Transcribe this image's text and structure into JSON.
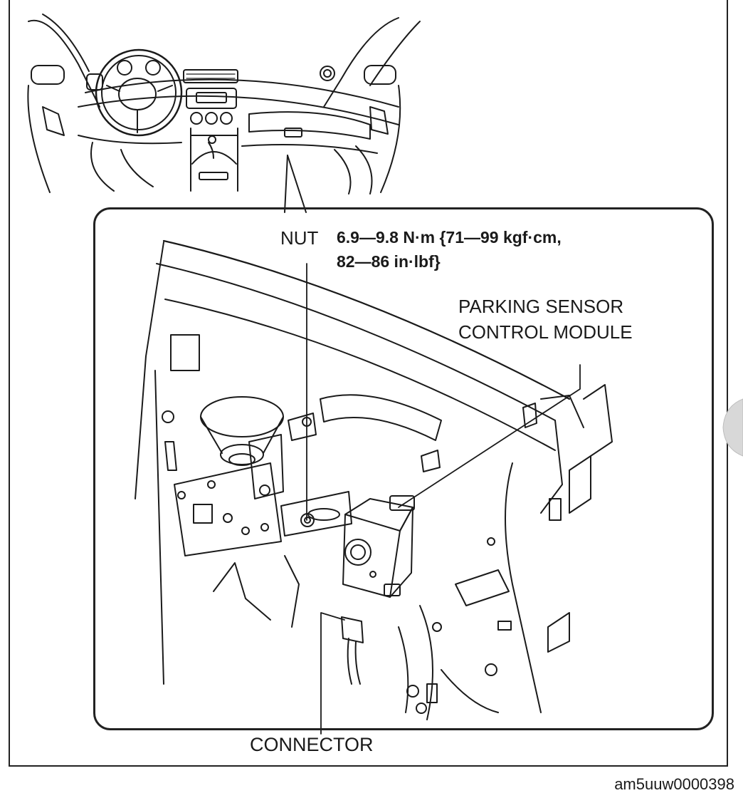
{
  "labels": {
    "nut_word": "NUT",
    "nut_spec_line1": "6.9—9.8 N·m {71—99 kgf·cm,",
    "nut_spec_line2": "82—86 in·lbf}",
    "module_line1": "PARKING SENSOR",
    "module_line2": "CONTROL MODULE",
    "connector": "CONNECTOR"
  },
  "figure_id": "am5uuw0000398",
  "colors": {
    "line": "#1a1a1a",
    "paper": "#ffffff",
    "tab_gray": "#d8d8d8"
  }
}
